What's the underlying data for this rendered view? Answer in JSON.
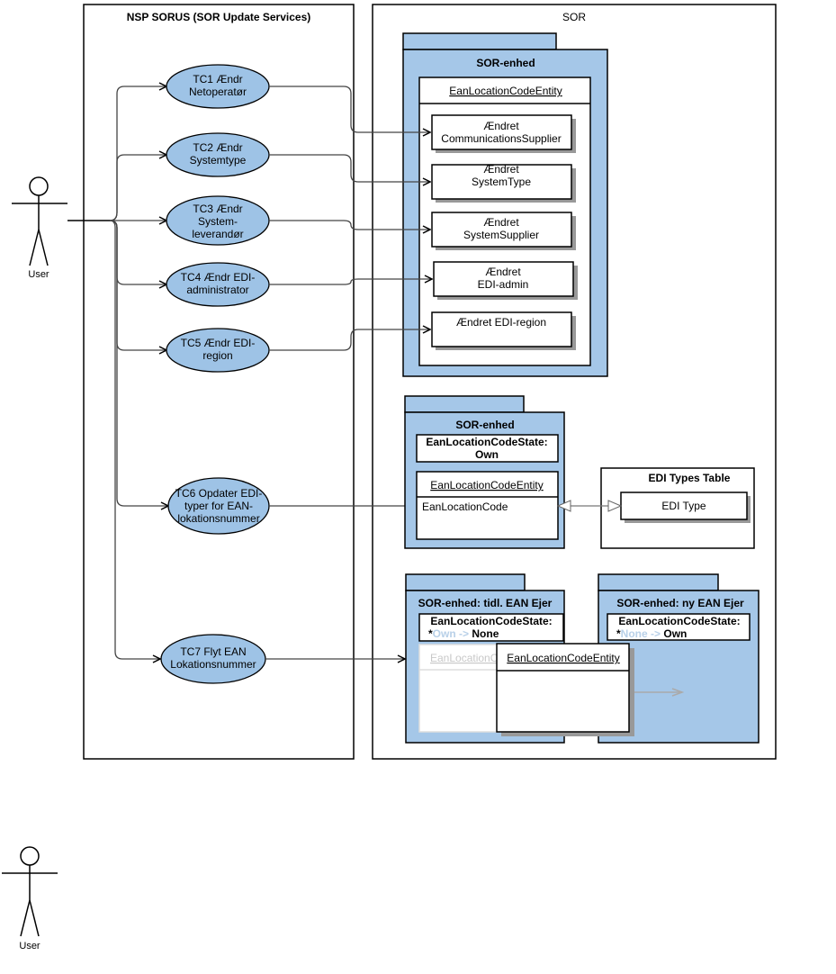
{
  "system_left": {
    "title": "NSP SORUS (SOR Update Services)"
  },
  "system_right": {
    "title": "SOR"
  },
  "actors": [
    {
      "label": "User"
    },
    {
      "label": "User"
    }
  ],
  "use_cases": [
    {
      "line1": "TC1 Ændr",
      "line2": "Netoperatør",
      "line3": ""
    },
    {
      "line1": "TC2 Ændr",
      "line2": "Systemtype",
      "line3": ""
    },
    {
      "line1": "TC3 Ændr",
      "line2": "System-",
      "line3": "leverandør"
    },
    {
      "line1": "TC4 Ændr EDI-",
      "line2": "administrator",
      "line3": ""
    },
    {
      "line1": "TC5 Ændr EDI-",
      "line2": "region",
      "line3": ""
    },
    {
      "line1": "TC6 Opdater EDI-",
      "line2": "typer for EAN-",
      "line3": "lokationsnummer"
    },
    {
      "line1": "TC7 Flyt EAN",
      "line2": "Lokationsnummer",
      "line3": ""
    }
  ],
  "package1": {
    "title": "SOR-enhed",
    "entity": "EanLocationCodeEntity",
    "items": [
      {
        "line1": "Ændret",
        "line2": "CommunicationsSupplier"
      },
      {
        "line1": "Ændret",
        "line2": "SystemType"
      },
      {
        "line1": "Ændret",
        "line2": "SystemSupplier"
      },
      {
        "line1": "Ændret",
        "line2": "EDI-admin"
      },
      {
        "line1": "Ændret EDI-region",
        "line2": ""
      }
    ]
  },
  "package2": {
    "title": "SOR-enhed",
    "state_line1": "EanLocationCodeState:",
    "state_line2": "Own",
    "entity": "EanLocationCodeEntity",
    "attribute": "EanLocationCode"
  },
  "edi_table": {
    "title": "EDI Types Table",
    "item": "EDI Type"
  },
  "package3": {
    "title": "SOR-enhed: tidl. EAN Ejer",
    "state_line1": "EanLocationCodeState:",
    "state_prefix": "*",
    "state_from": "Own",
    "state_arrow": "->",
    "state_to": "None",
    "ghost_entity": "EanLocationC"
  },
  "package4": {
    "title": "SOR-enhed: ny EAN Ejer",
    "state_line1": "EanLocationCodeState:",
    "state_prefix": "*",
    "state_from": "None",
    "state_arrow": "->",
    "state_to": "Own"
  },
  "moving_entity": {
    "label": "EanLocationCodeEntity"
  },
  "colors": {
    "package_fill": "#a5c7e8",
    "usecase_fill": "#9ec3e6",
    "ghost_text": "#c8c8c8"
  }
}
